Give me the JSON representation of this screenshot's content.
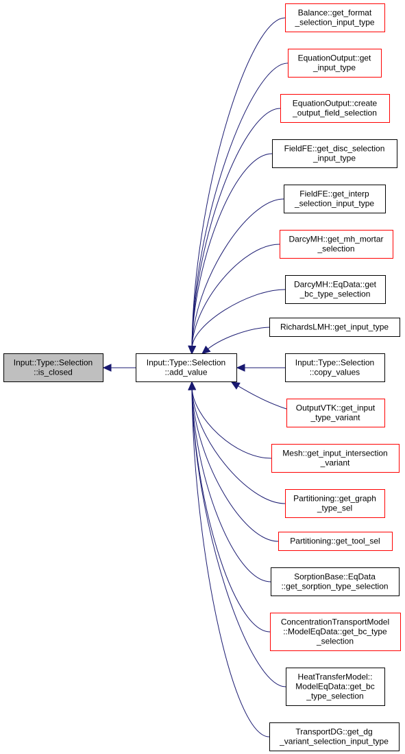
{
  "graph": {
    "focus": {
      "id": "is_closed",
      "lines": [
        "Input::Type::Selection",
        "::is_closed"
      ],
      "color": "gray"
    },
    "hub": {
      "id": "add_value",
      "lines": [
        "Input::Type::Selection",
        "::add_value"
      ],
      "color": "black"
    },
    "callers": [
      {
        "id": "balance",
        "lines": [
          "Balance::get_format",
          "_selection_input_type"
        ],
        "color": "red"
      },
      {
        "id": "eqout_get",
        "lines": [
          "EquationOutput::get",
          "_input_type"
        ],
        "color": "red"
      },
      {
        "id": "eqout_create",
        "lines": [
          "EquationOutput::create",
          "_output_field_selection"
        ],
        "color": "red"
      },
      {
        "id": "fieldfe_disc",
        "lines": [
          "FieldFE::get_disc_selection",
          "_input_type"
        ],
        "color": "black"
      },
      {
        "id": "fieldfe_interp",
        "lines": [
          "FieldFE::get_interp",
          "_selection_input_type"
        ],
        "color": "black"
      },
      {
        "id": "darcy_mortar",
        "lines": [
          "DarcyMH::get_mh_mortar",
          "_selection"
        ],
        "color": "red"
      },
      {
        "id": "darcy_bc",
        "lines": [
          "DarcyMH::EqData::get",
          "_bc_type_selection"
        ],
        "color": "black"
      },
      {
        "id": "richards",
        "lines": [
          "RichardsLMH::get_input_type"
        ],
        "color": "black"
      },
      {
        "id": "copy_values",
        "lines": [
          "Input::Type::Selection",
          "::copy_values"
        ],
        "color": "black"
      },
      {
        "id": "outputvtk",
        "lines": [
          "OutputVTK::get_input",
          "_type_variant"
        ],
        "color": "red"
      },
      {
        "id": "mesh",
        "lines": [
          "Mesh::get_input_intersection",
          "_variant"
        ],
        "color": "red"
      },
      {
        "id": "part_graph",
        "lines": [
          "Partitioning::get_graph",
          "_type_sel"
        ],
        "color": "red"
      },
      {
        "id": "part_tool",
        "lines": [
          "Partitioning::get_tool_sel"
        ],
        "color": "red"
      },
      {
        "id": "sorption",
        "lines": [
          "SorptionBase::EqData",
          "::get_sorption_type_selection"
        ],
        "color": "black"
      },
      {
        "id": "conc",
        "lines": [
          "ConcentrationTransportModel",
          "::ModelEqData::get_bc_type",
          "_selection"
        ],
        "color": "red"
      },
      {
        "id": "heat",
        "lines": [
          "HeatTransferModel::",
          "ModelEqData::get_bc",
          "_type_selection"
        ],
        "color": "black"
      },
      {
        "id": "transportdg",
        "lines": [
          "TransportDG::get_dg",
          "_variant_selection_input_type"
        ],
        "color": "black"
      }
    ]
  }
}
